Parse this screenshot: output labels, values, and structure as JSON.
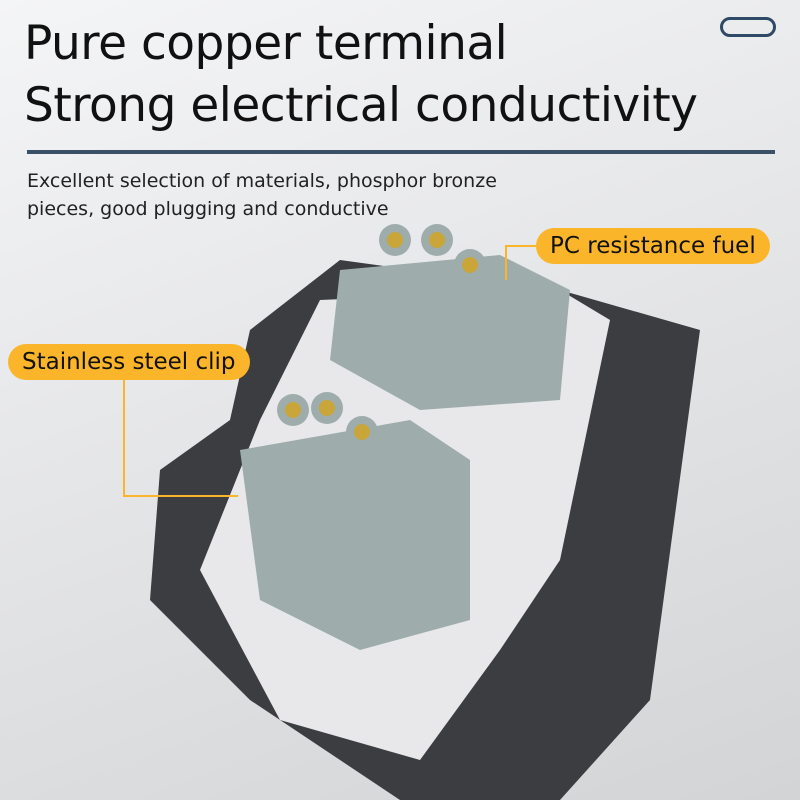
{
  "heading": {
    "line1": "Pure copper terminal",
    "line2": "Strong electrical conductivity"
  },
  "description": {
    "line1": "Excellent selection of materials, phosphor bronze",
    "line2": "pieces, good plugging and conductive"
  },
  "callouts": {
    "pc": "PC resistance fuel",
    "clip": "Stainless steel clip"
  },
  "colors": {
    "accent": "#fbb52a",
    "rule": "#3a5068"
  }
}
